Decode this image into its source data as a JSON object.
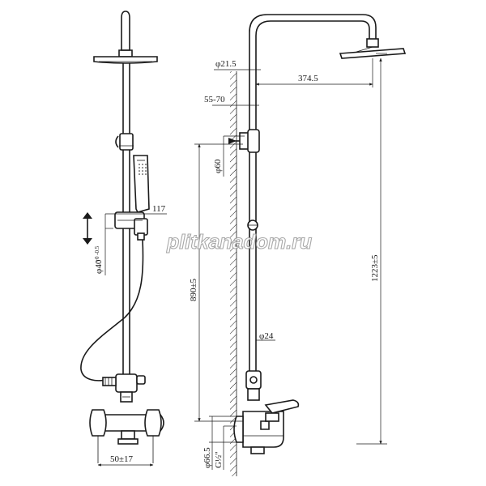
{
  "dimensions": {
    "pipe_diameter": "φ21.5",
    "arm_reach": "374.5",
    "wall_distance": "55-70",
    "holder_diameter": "φ60",
    "hand_shower_offset": "117",
    "slider_diameter": "φ40",
    "slider_tolerance": "+0 -0.5",
    "holder_to_mixer_height": "890±5",
    "bar_diameter": "φ24",
    "total_height": "1223±5",
    "flange_diameter": "φ66.5",
    "inlet_thread": "G½\"",
    "inlet_spacing": "50±17"
  },
  "watermark": "plitkanadom.ru"
}
